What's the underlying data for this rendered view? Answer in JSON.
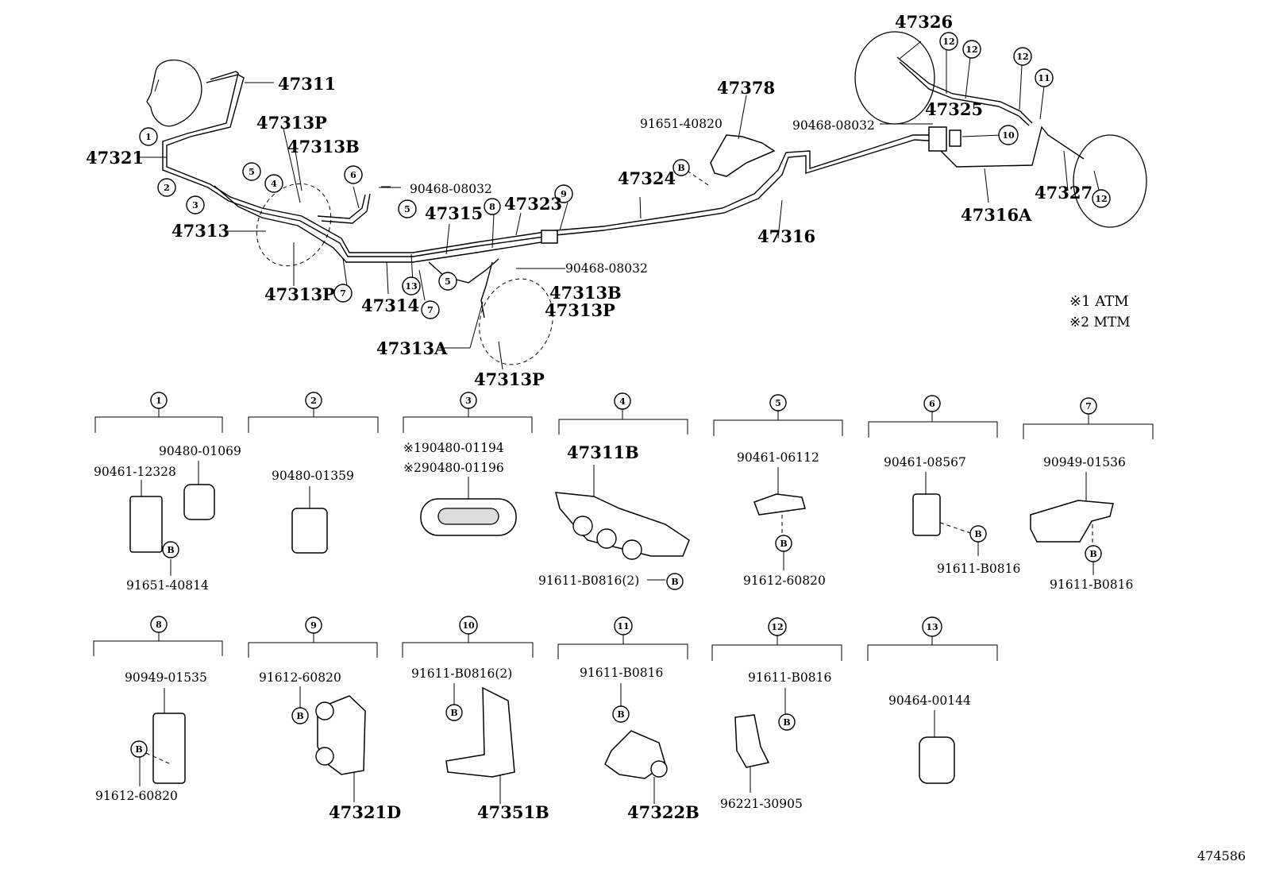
{
  "parts": {
    "p47311": "47311",
    "p47321": "47321",
    "p47313P_a": "47313P",
    "p47313B_a": "47313B",
    "p90468_a": "90468-08032",
    "p47313": "47313",
    "p47315": "47315",
    "p47323": "47323",
    "p47313P_b": "47313P",
    "p47314": "47314",
    "p90468_b": "90468-08032",
    "p47313B_b": "47313B",
    "p47313P_c": "47313P",
    "p47313A": "47313A",
    "p47313P_d": "47313P",
    "p91651_40820": "91651-40820",
    "p47378": "47378",
    "p47324": "47324",
    "p47316": "47316",
    "p90468_c": "90468-08032",
    "p47326": "47326",
    "p47325": "47325",
    "p47327": "47327",
    "p47316A": "47316A"
  },
  "notes": {
    "atm": "※1 ATM",
    "mtm": "※2 MTM"
  },
  "callouts": [
    "1",
    "2",
    "3",
    "4",
    "5",
    "6",
    "7",
    "8",
    "9",
    "10",
    "11",
    "12",
    "13"
  ],
  "details": {
    "d1": {
      "num": "1",
      "a": "90480-01069",
      "b": "90461-12328",
      "c": "91651-40814",
      "bolt": "B"
    },
    "d2": {
      "num": "2",
      "a": "90480-01359"
    },
    "d3": {
      "num": "3",
      "a": "※190480-01194",
      "b": "※290480-01196"
    },
    "d4": {
      "num": "4",
      "a": "47311B",
      "b": "91611-B0816(2)",
      "bolt": "B"
    },
    "d5": {
      "num": "5",
      "a": "90461-06112",
      "b": "91612-60820",
      "bolt": "B"
    },
    "d6": {
      "num": "6",
      "a": "90461-08567",
      "b": "91611-B0816",
      "bolt": "B"
    },
    "d7": {
      "num": "7",
      "a": "90949-01536",
      "b": "91611-B0816",
      "bolt": "B"
    },
    "d8": {
      "num": "8",
      "a": "90949-01535",
      "b": "91612-60820",
      "bolt": "B"
    },
    "d9": {
      "num": "9",
      "a": "91612-60820",
      "b": "47321D",
      "bolt": "B"
    },
    "d10": {
      "num": "10",
      "a": "91611-B0816(2)",
      "b": "47351B",
      "bolt": "B"
    },
    "d11": {
      "num": "11",
      "a": "91611-B0816",
      "b": "47322B",
      "bolt": "B"
    },
    "d12": {
      "num": "12",
      "a": "91611-B0816",
      "b": "96221-30905",
      "bolt": "B"
    },
    "d13": {
      "num": "13",
      "a": "90464-00144"
    }
  },
  "ref_number": "474586"
}
